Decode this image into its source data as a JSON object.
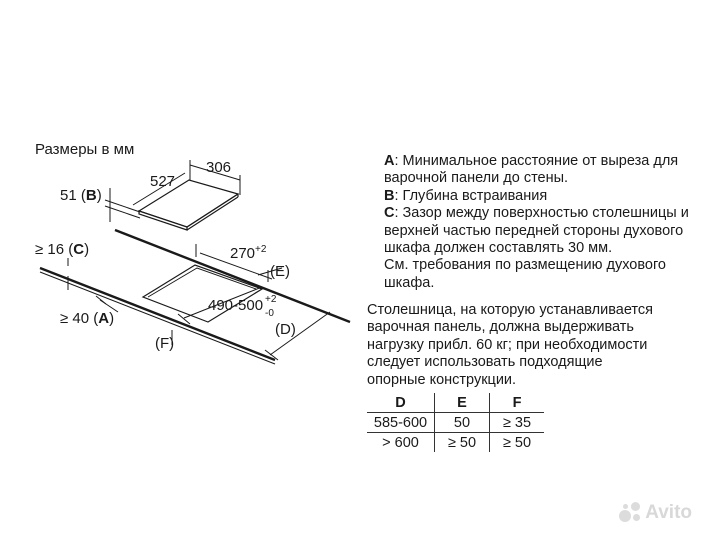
{
  "title": "Размеры в мм",
  "legend": [
    {
      "letter": "A",
      "text": ": Минимальное расстояние от выреза для варочной панели до стены."
    },
    {
      "letter": "B",
      "text": ": Глубина встраивания"
    },
    {
      "letter": "C",
      "text": ": Зазор между поверхностью столешницы и верхней частью передней стороны духового шкафа должен составлять 30 мм.\nСм. требования по размещению духового шкафа."
    }
  ],
  "note": "Столешница, на которую устанавливается\nварочная панель, должна выдерживать\nнагрузку прибл. 60 кг; при необходимости\nследует использовать подходящие\nопорные конструкции.",
  "table": {
    "headers": [
      "D",
      "E",
      "F"
    ],
    "rows": [
      [
        "585-600",
        "50",
        "≥ 35"
      ],
      [
        "> 600",
        "≥ 50",
        "≥ 50"
      ]
    ]
  },
  "diagram": {
    "dim_527": "527",
    "dim_306": "306",
    "dim_51_prefix": "51 (",
    "label_B": "B",
    "dim_suffix_paren": ")",
    "dim_16_prefix": "≥ 16 (",
    "label_C": "C",
    "dim_270": "270",
    "dim_270_tol": "+2",
    "label_E": "(E)",
    "dim_490": "490-500",
    "tol_plus": "+2",
    "tol_minus": "-0",
    "dim_40_prefix": "≥ 40 (",
    "label_A": "A",
    "label_D": "(D)",
    "label_F": "(F)"
  },
  "watermark": "Avito"
}
